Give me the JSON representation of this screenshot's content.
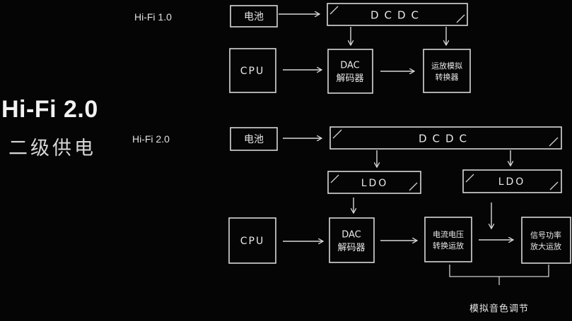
{
  "title": "Hi-Fi 2.0",
  "subtitle": "二级供电",
  "versions": {
    "v1": "Hi-Fi 1.0",
    "v2": "Hi-Fi 2.0"
  },
  "nodes": {
    "battery1": [
      "电池"
    ],
    "dcdc1": [
      "DCDC"
    ],
    "cpu1": [
      "CPU"
    ],
    "dac1": [
      "DAC",
      "解码器"
    ],
    "opamp1": [
      "运放模拟",
      "转换器"
    ],
    "battery2": [
      "电池"
    ],
    "dcdc2": [
      "DCDC"
    ],
    "ldo_left": [
      "LDO"
    ],
    "ldo_right": [
      "LDO"
    ],
    "cpu2": [
      "CPU"
    ],
    "dac2": [
      "DAC",
      "解码器"
    ],
    "iv": [
      "电流电压",
      "转换运放"
    ],
    "amp": [
      "信号功率",
      "放大运放"
    ]
  },
  "bracket_label": "模拟音色调节"
}
